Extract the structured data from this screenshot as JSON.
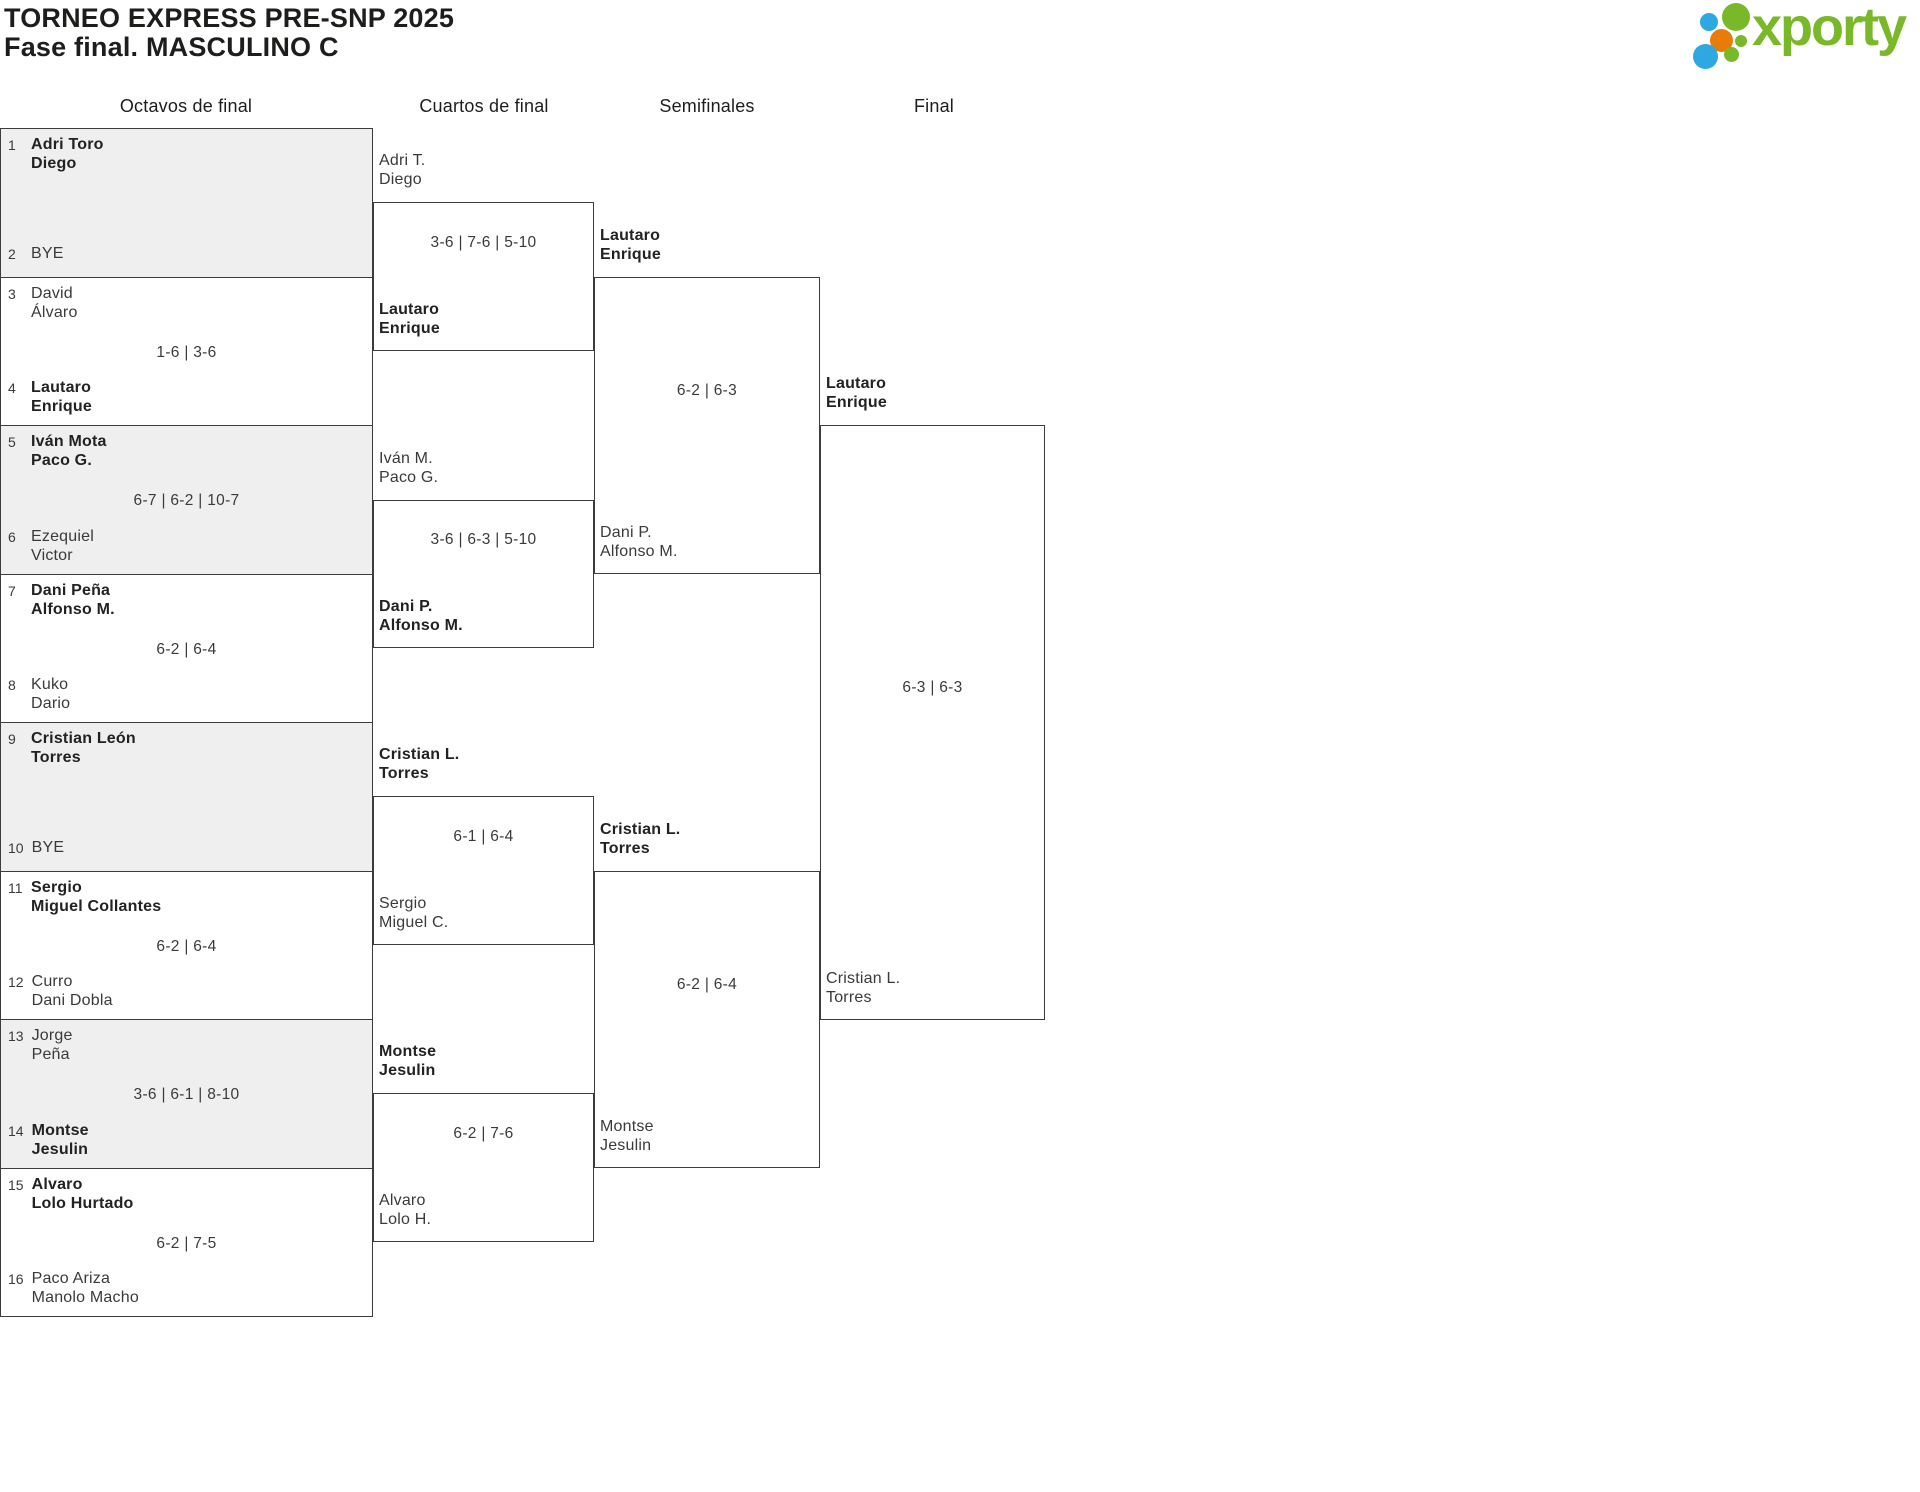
{
  "page": {
    "title": "TORNEO EXPRESS PRE-SNP 2025",
    "subtitle": "Fase final. MASCULINO C"
  },
  "logo": {
    "wordmark": "xporty",
    "colors": {
      "green": "#79b829",
      "blue": "#2fa7e0",
      "orange": "#e97c09"
    }
  },
  "rounds": [
    "Octavos de final",
    "Cuartos de final",
    "Semifinales",
    "Final"
  ],
  "bracket": {
    "octavos": [
      {
        "seed_a": "1",
        "a1": "Adri Toro",
        "a2": "Diego",
        "a_bold": true,
        "seed_b": "2",
        "b1": "BYE",
        "b2": "",
        "b_bold": false,
        "score": ""
      },
      {
        "seed_a": "3",
        "a1": "David",
        "a2": "Álvaro",
        "a_bold": false,
        "seed_b": "4",
        "b1": "Lautaro",
        "b2": "Enrique",
        "b_bold": true,
        "score": "1-6 | 3-6"
      },
      {
        "seed_a": "5",
        "a1": "Iván Mota",
        "a2": "Paco G.",
        "a_bold": true,
        "seed_b": "6",
        "b1": "Ezequiel",
        "b2": "Victor",
        "b_bold": false,
        "score": "6-7 | 6-2 | 10-7"
      },
      {
        "seed_a": "7",
        "a1": "Dani Peña",
        "a2": "Alfonso M.",
        "a_bold": true,
        "seed_b": "8",
        "b1": "Kuko",
        "b2": "Dario",
        "b_bold": false,
        "score": "6-2 | 6-4"
      },
      {
        "seed_a": "9",
        "a1": "Cristian León",
        "a2": "Torres",
        "a_bold": true,
        "seed_b": "10",
        "b1": "BYE",
        "b2": "",
        "b_bold": false,
        "score": ""
      },
      {
        "seed_a": "11",
        "a1": "Sergio",
        "a2": "Miguel Collantes",
        "a_bold": true,
        "seed_b": "12",
        "b1": "Curro",
        "b2": "Dani Dobla",
        "b_bold": false,
        "score": "6-2 | 6-4"
      },
      {
        "seed_a": "13",
        "a1": "Jorge",
        "a2": "Peña",
        "a_bold": false,
        "seed_b": "14",
        "b1": "Montse",
        "b2": "Jesulin",
        "b_bold": true,
        "score": "3-6 | 6-1 | 8-10"
      },
      {
        "seed_a": "15",
        "a1": "Alvaro",
        "a2": "Lolo Hurtado",
        "a_bold": true,
        "seed_b": "16",
        "b1": "Paco Ariza",
        "b2": "Manolo Macho",
        "b_bold": false,
        "score": "6-2 | 7-5"
      }
    ],
    "cuartos": [
      {
        "a1": "Adri T.",
        "a2": "Diego",
        "a_bold": false,
        "b1": "Lautaro",
        "b2": "Enrique",
        "b_bold": true,
        "score": "3-6 | 7-6 | 5-10"
      },
      {
        "a1": "Iván M.",
        "a2": "Paco G.",
        "a_bold": false,
        "b1": "Dani P.",
        "b2": "Alfonso M.",
        "b_bold": true,
        "score": "3-6 | 6-3 | 5-10"
      },
      {
        "a1": "Cristian L.",
        "a2": "Torres",
        "a_bold": true,
        "b1": "Sergio",
        "b2": "Miguel C.",
        "b_bold": false,
        "score": "6-1 | 6-4"
      },
      {
        "a1": "Montse",
        "a2": "Jesulin",
        "a_bold": true,
        "b1": "Alvaro",
        "b2": "Lolo H.",
        "b_bold": false,
        "score": "6-2 | 7-6"
      }
    ],
    "semifinales": [
      {
        "a1": "Lautaro",
        "a2": "Enrique",
        "a_bold": true,
        "b1": "Dani P.",
        "b2": "Alfonso M.",
        "b_bold": false,
        "score": "6-2 | 6-3"
      },
      {
        "a1": "Cristian L.",
        "a2": "Torres",
        "a_bold": true,
        "b1": "Montse",
        "b2": "Jesulin",
        "b_bold": false,
        "score": "6-2 | 6-4"
      }
    ],
    "final": [
      {
        "a1": "Lautaro",
        "a2": "Enrique",
        "a_bold": true,
        "b1": "Cristian L.",
        "b2": "Torres",
        "b_bold": false,
        "score": "6-3 | 6-3"
      }
    ]
  }
}
